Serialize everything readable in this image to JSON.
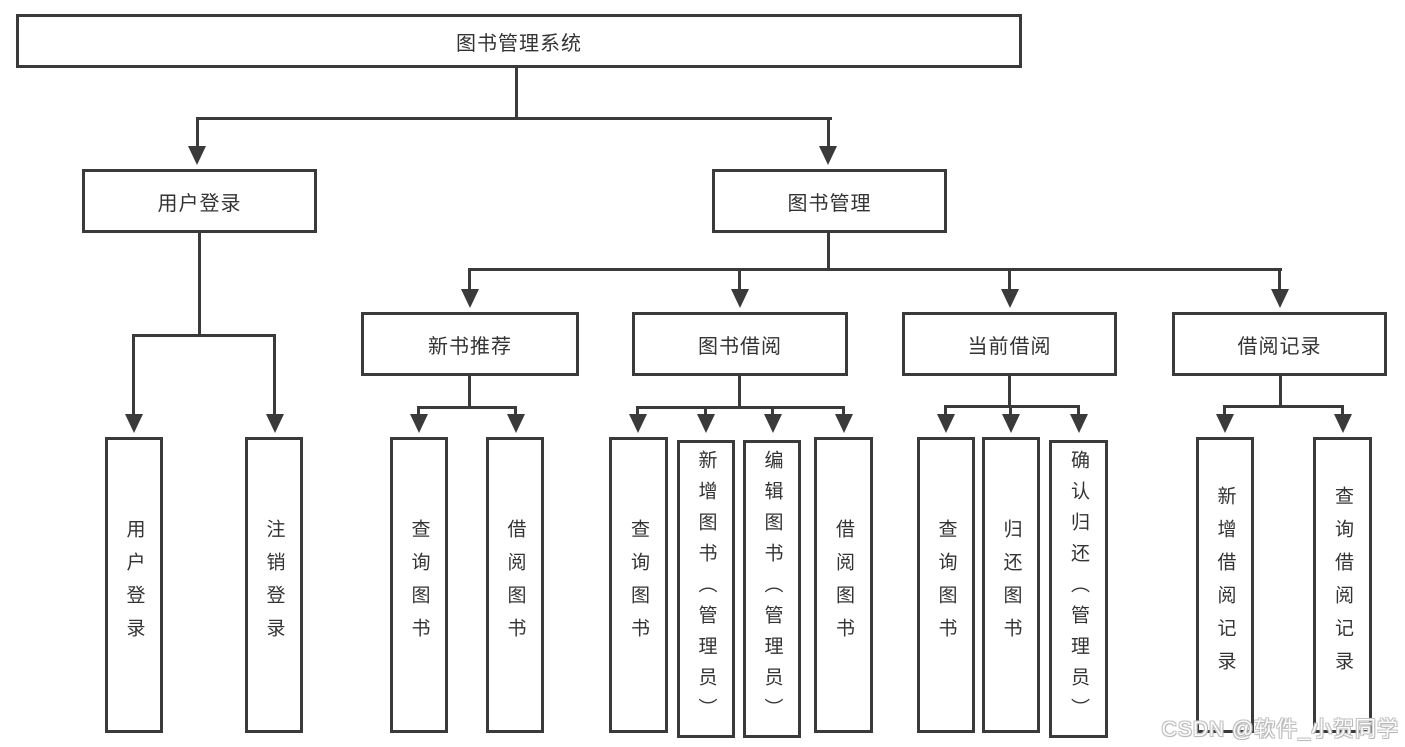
{
  "diagram": {
    "title": "图书管理系统",
    "user_login": {
      "label": "用户登录",
      "children": [
        "用户登录",
        "注销登录"
      ]
    },
    "book_mgmt": {
      "label": "图书管理",
      "new_book_rec": {
        "label": "新书推荐",
        "children": [
          "查询图书",
          "借阅图书"
        ]
      },
      "book_borrow": {
        "label": "图书借阅",
        "children": [
          "查询图书",
          "新增图书（管理员）",
          "编辑图书（管理员）",
          "借阅图书"
        ]
      },
      "current_borrow": {
        "label": "当前借阅",
        "children": [
          "查询图书",
          "归还图书",
          "确认归还（管理员）"
        ]
      },
      "borrow_records": {
        "label": "借阅记录",
        "children": [
          "新增借阅记录",
          "查询借阅记录"
        ]
      }
    }
  },
  "watermark": {
    "text": "CSDN @软件_小贺同学"
  }
}
